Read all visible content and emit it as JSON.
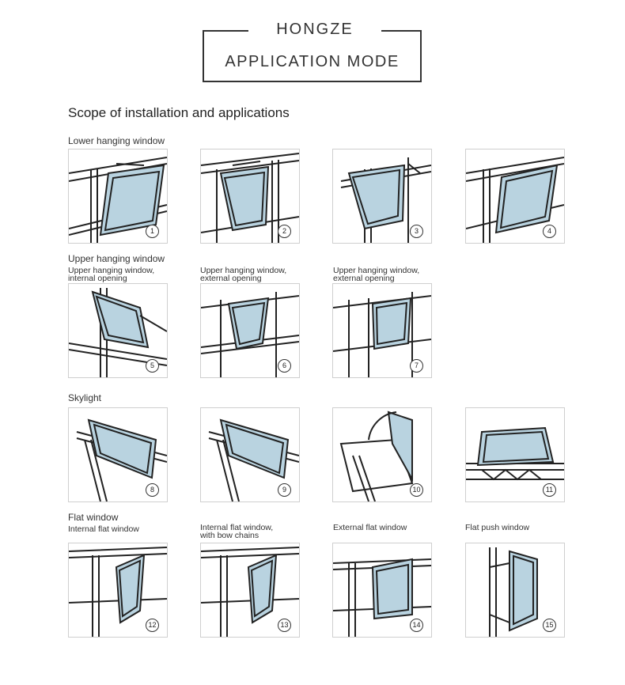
{
  "header": {
    "brand": "HONGZE",
    "mode": "APPLICATION MODE"
  },
  "scope_title": "Scope of installation and applications",
  "sections": {
    "lower": "Lower hanging window",
    "upper": "Upper hanging window",
    "skylight": "Skylight",
    "flat": "Flat window"
  },
  "captions": {
    "upper_internal": "Upper hanging window, internal opening",
    "upper_external": "Upper hanging window, external opening",
    "flat_internal": "Internal flat window",
    "flat_bow": "Internal flat window, with bow chains",
    "flat_external": "External flat window",
    "flat_push": "Flat push window"
  },
  "tiles": {
    "t1": "1",
    "t2": "2",
    "t3": "3",
    "t4": "4",
    "t5": "5",
    "t6": "6",
    "t7": "7",
    "t8": "8",
    "t9": "9",
    "t10": "10",
    "t11": "11",
    "t12": "12",
    "t13": "13",
    "t14": "14",
    "t15": "15"
  },
  "colors": {
    "glass": "#b9d3e0",
    "frame": "#222222",
    "tile_border": "#cfcfcf"
  }
}
